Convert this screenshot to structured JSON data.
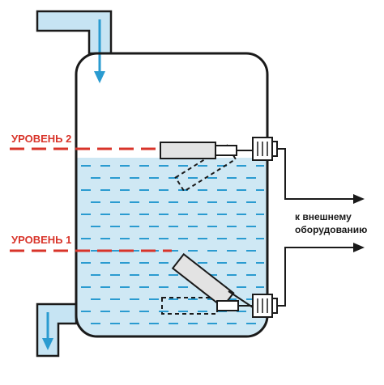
{
  "labels": {
    "level_2": "УРОВЕНЬ 2",
    "level_1": "УРОВЕНЬ 1",
    "output_line_1": "к внешнему",
    "output_line_2": "оборудованию"
  },
  "colors": {
    "outline": "#1a1a1a",
    "pipe_fill": "#c6e4f3",
    "water_fill": "#cfe8f4",
    "wave": "#2a9bd0",
    "level_label": "#d8342a",
    "level_line": "#d8342a",
    "float_fill": "#e3e3e3",
    "arrow_blue": "#2a9bd0"
  },
  "icons": {
    "inlet_arrow": "arrow-down-icon",
    "outlet_arrow": "arrow-down-icon",
    "signal_arrows": "arrow-right-icon"
  }
}
